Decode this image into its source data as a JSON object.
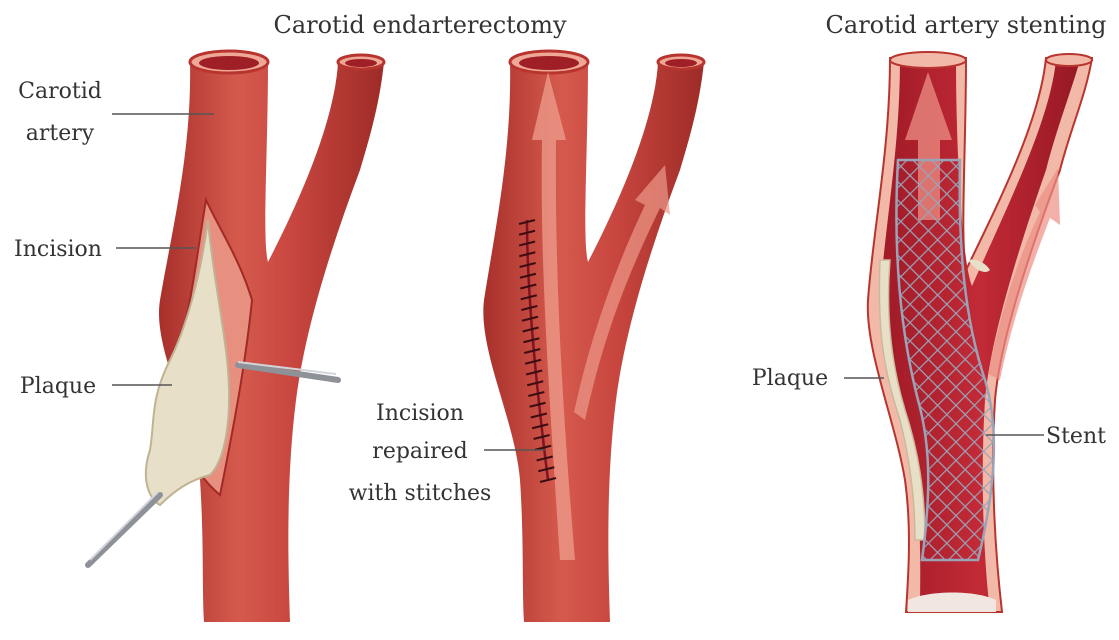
{
  "headings": {
    "endarterectomy": "Carotid endarterectomy",
    "stenting": "Carotid artery stenting"
  },
  "labels": {
    "carotid_artery_line1": "Carotid",
    "carotid_artery_line2": "artery",
    "incision": "Incision",
    "plaque_left": "Plaque",
    "repaired_line1": "Incision",
    "repaired_line2": "repaired",
    "repaired_line3": "with stitches",
    "plaque_right": "Plaque",
    "stent": "Stent"
  },
  "colors": {
    "artery": "#c8463f",
    "artery_dark": "#a8302b",
    "artery_light": "#de7a6c",
    "lumen": "#b7222f",
    "wall": "#f2b9a8",
    "plaque": "#e8dfc8",
    "stent_mesh": "#9aa3b8",
    "instrument": "#a9adb3"
  }
}
